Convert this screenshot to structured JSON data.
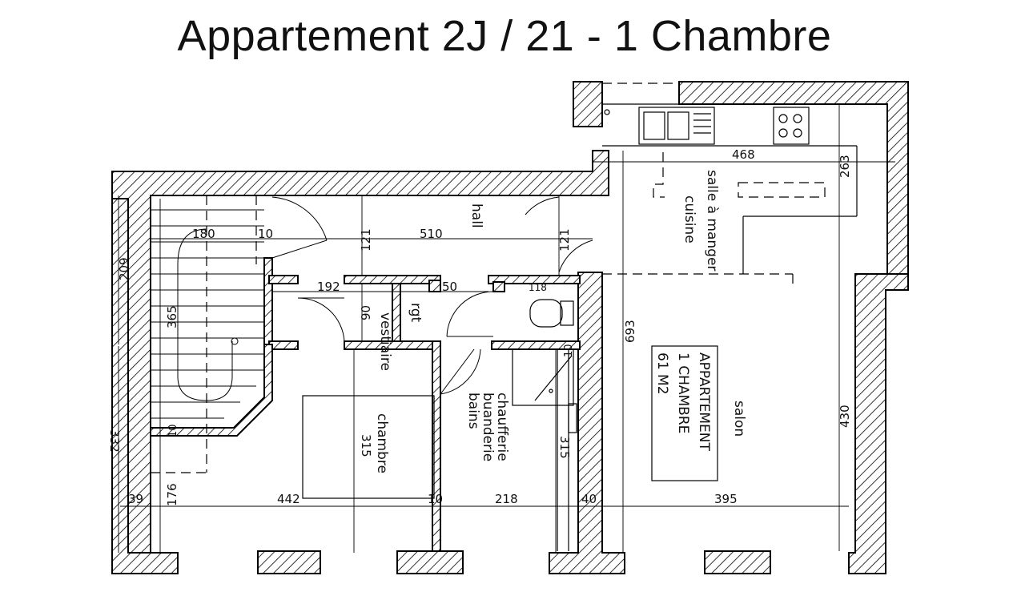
{
  "title": "Appartement 2J / 21 - 1 Chambre",
  "rooms": {
    "salle_cuisine_1": "salle à manger",
    "salle_cuisine_2": "cuisine",
    "hall": "hall",
    "vestiaire": "vestiaire",
    "rgt": "rgt",
    "chambre": "chambre",
    "chauffe_1": "chaufferie",
    "chauffe_2": "buanderie",
    "chauffe_3": "bains",
    "salon": "salon"
  },
  "info_box": {
    "line1": "APPARTEMENT",
    "line2": "1 CHAMBRE",
    "line3": "61 M2"
  },
  "dimensions": {
    "d468": "468",
    "d263": "263",
    "d121a": "121",
    "d510": "510",
    "d121b": "121",
    "d180": "180",
    "d10a": "10",
    "d209": "209",
    "d192": "192",
    "d50": "50",
    "d118": "118",
    "d90": "90",
    "d365": "365",
    "d693": "693",
    "d430": "430",
    "d315a": "315",
    "d315b": "315",
    "d332": "332",
    "d176": "176",
    "d39": "39",
    "d442": "442",
    "d10b": "10",
    "d218": "218",
    "d40": "40",
    "d395": "395",
    "d10c": "10",
    "d10d": "10"
  }
}
